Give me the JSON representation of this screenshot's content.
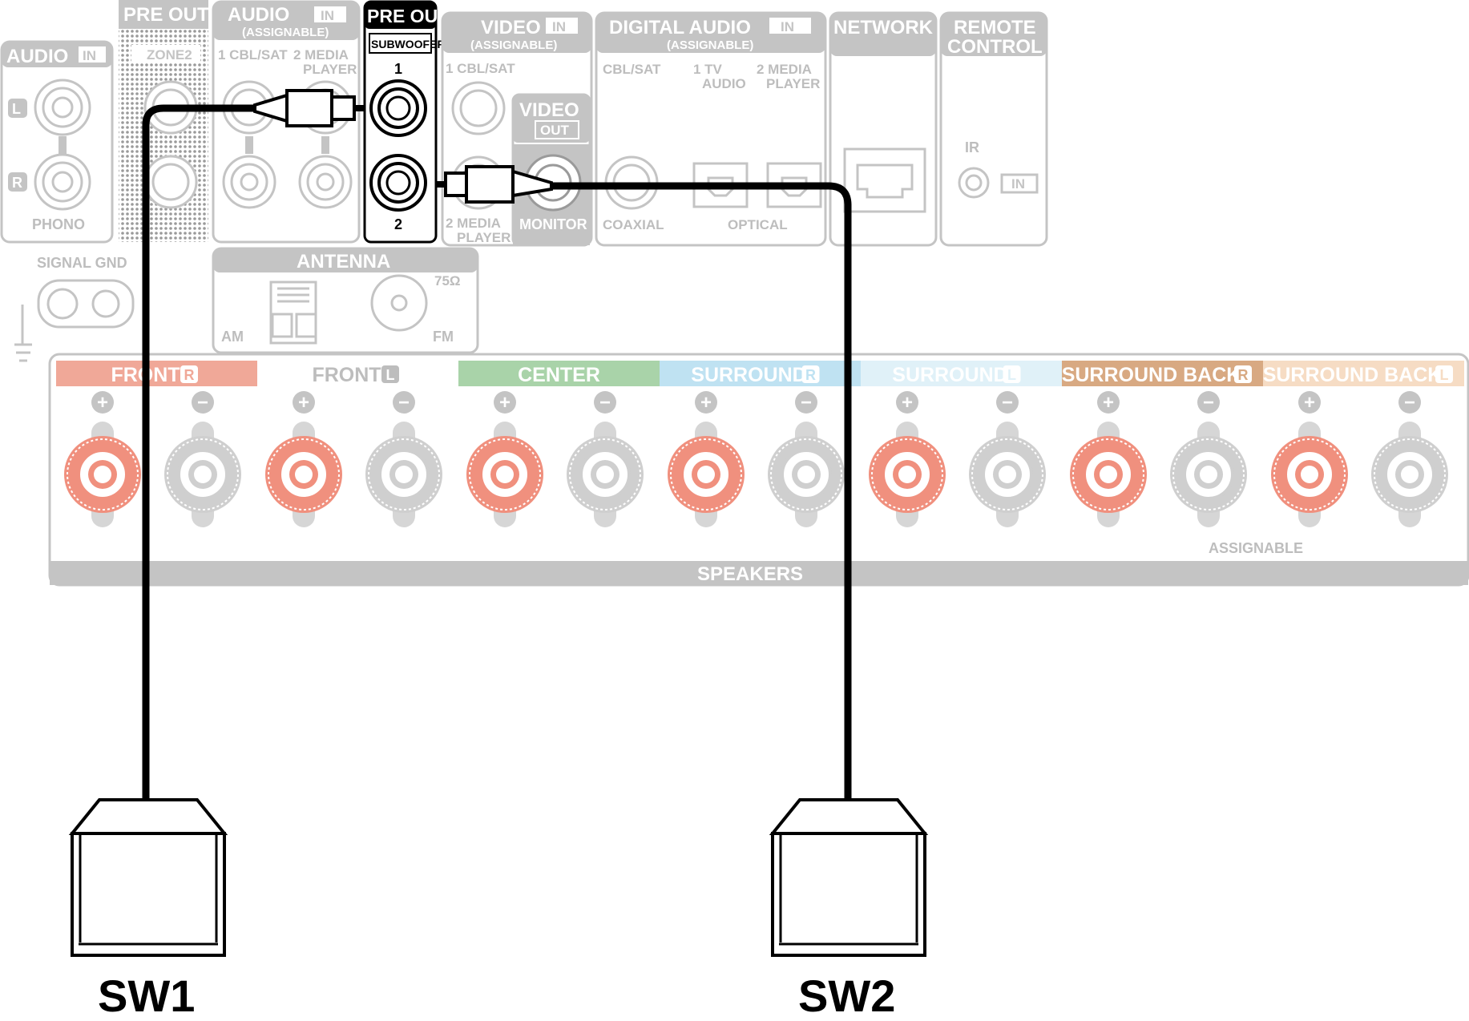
{
  "panels": {
    "audio_in_phono": {
      "title": "AUDIO",
      "badge": "IN",
      "jack_l": "L",
      "jack_r": "R",
      "label": "PHONO"
    },
    "pre_out_zone2": {
      "title": "PRE OUT",
      "sub": "ZONE2"
    },
    "audio_in_assignable": {
      "title": "AUDIO",
      "badge": "IN",
      "sub": "(ASSIGNABLE)",
      "in1": "1 CBL/SAT",
      "in2a": "2  MEDIA",
      "in2b": "PLAYER"
    },
    "pre_out_subwoofer": {
      "title": "PRE OUT",
      "sub": "SUBWOOFER",
      "out1": "1",
      "out2": "2"
    },
    "video_in": {
      "title": "VIDEO",
      "badge": "IN",
      "sub": "(ASSIGNABLE)",
      "in1": "1 CBL/SAT",
      "in2a": "2  MEDIA",
      "in2b": "PLAYER"
    },
    "video_out": {
      "title": "VIDEO",
      "badge": "OUT",
      "label": "MONITOR"
    },
    "digital_audio_in": {
      "title": "DIGITAL AUDIO",
      "badge": "IN",
      "sub": "(ASSIGNABLE)",
      "cbl": "CBL/SAT",
      "tv_a": "1   TV",
      "tv_b": "AUDIO",
      "mp_a": "2  MEDIA",
      "mp_b": "PLAYER",
      "coaxial": "COAXIAL",
      "optical": "OPTICAL"
    },
    "network": {
      "title": "NETWORK"
    },
    "remote_control": {
      "title_a": "REMOTE",
      "title_b": "CONTROL",
      "ir": "IR",
      "in": "IN"
    },
    "signal_gnd": {
      "label": "SIGNAL GND"
    },
    "antenna": {
      "title": "ANTENNA",
      "am": "AM",
      "fm": "FM",
      "ohm": "75Ω"
    }
  },
  "speakers": {
    "title": "SPEAKERS",
    "assignable": "ASSIGNABLE",
    "channels": [
      {
        "name": "FRONT",
        "side": "R",
        "color": "#f0a898"
      },
      {
        "name": "FRONT",
        "side": "L",
        "color": "#ffffff"
      },
      {
        "name": "CENTER",
        "side": "",
        "color": "#a9d3a9"
      },
      {
        "name": "SURROUND",
        "side": "R",
        "color": "#bfe2f2"
      },
      {
        "name": "SURROUND",
        "side": "L",
        "color": "#e0f1f8"
      },
      {
        "name": "SURROUND BACK",
        "side": "R",
        "color": "#d8a982"
      },
      {
        "name": "SURROUND BACK",
        "side": "L",
        "color": "#f6dcc4"
      }
    ],
    "plus": "+",
    "minus": "−",
    "positive_color": "#f0907e",
    "negative_color": "#cfcfcf"
  },
  "subwoofers": [
    {
      "label": "SW1"
    },
    {
      "label": "SW2"
    }
  ],
  "colors": {
    "cable": "#000000",
    "panel_gray": "#c4c4c4"
  }
}
